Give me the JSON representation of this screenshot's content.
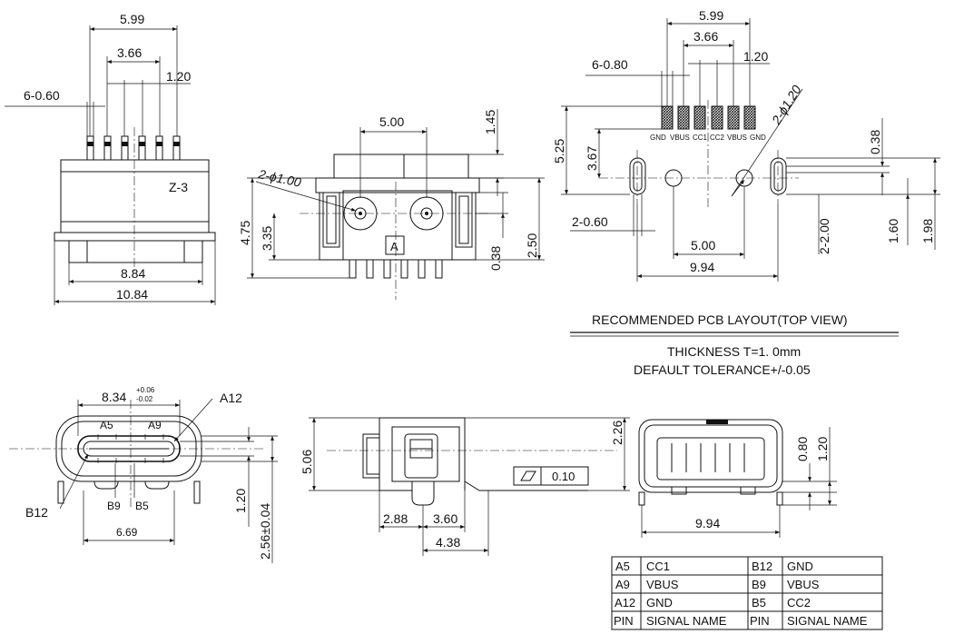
{
  "top_side_view": {
    "dims": {
      "overall_pitch": "5.99",
      "inner_pitch": "3.66",
      "pin_pitch": "1.20",
      "pin_width": "6-0.60",
      "body_width": "8.84",
      "flange_width": "10.84"
    },
    "marking": "Z-3"
  },
  "top_front_view": {
    "dims": {
      "post_spacing": "5.00",
      "post_height": "1.45",
      "post_dia": "2-ϕ1.00",
      "total_height": "4.75",
      "post_center_height": "3.35",
      "flange_thk": "0.38",
      "shell_height": "2.50"
    },
    "datum": "A"
  },
  "pcb_layout": {
    "dims": {
      "overall_pitch": "5.99",
      "inner_pitch": "3.66",
      "pin_pitch": "1.20",
      "pad_width": "6-0.80",
      "hole_dia": "2-ϕ1.20",
      "pad_row_offset": "5.25",
      "pad_to_hole": "3.67",
      "slot_gap": "0.38",
      "slot_width": "2-0.60",
      "hole_spacing": "5.00",
      "slot_spacing": "9.94",
      "slot_length": "2-2.00",
      "slot_inner": "1.60",
      "slot_outer": "1.98"
    },
    "pad_labels": [
      "GND",
      "VBUS",
      "CC1",
      "CC2",
      "VBUS",
      "GND"
    ],
    "title": "RECOMMENDED PCB LAYOUT(TOP VIEW)",
    "notes": [
      "THICKNESS T=1. 0mm",
      "DEFAULT TOLERANCE+/-0.05"
    ]
  },
  "bottom_front_view": {
    "dims": {
      "width": "8.34",
      "tol_plus": "+0.06",
      "tol_minus": "-0.02",
      "tail_width": "6.69",
      "opening_height": "1.20",
      "total_height": "2.56±0.04"
    },
    "pin_labels": {
      "a5": "A5",
      "a9": "A9",
      "a12": "A12",
      "b12": "B12",
      "b9": "B9",
      "b5": "B5"
    }
  },
  "bottom_side_view": {
    "dims": {
      "height": "5.06",
      "top_offset": "2.26",
      "flatness": "0.10",
      "lead_a": "2.88",
      "lead_b": "3.60",
      "lead_total": "4.38"
    }
  },
  "bottom_rear_view": {
    "dims": {
      "slot_width": "9.94",
      "gap_a": "0.80",
      "gap_b": "1.20"
    }
  },
  "pin_table": {
    "rows": [
      [
        "A5",
        "CC1",
        "B12",
        "GND"
      ],
      [
        "A9",
        "VBUS",
        "B9",
        "VBUS"
      ],
      [
        "A12",
        "GND",
        "B5",
        "CC2"
      ],
      [
        "PIN",
        "SIGNAL NAME",
        "PIN",
        "SIGNAL NAME"
      ]
    ]
  }
}
